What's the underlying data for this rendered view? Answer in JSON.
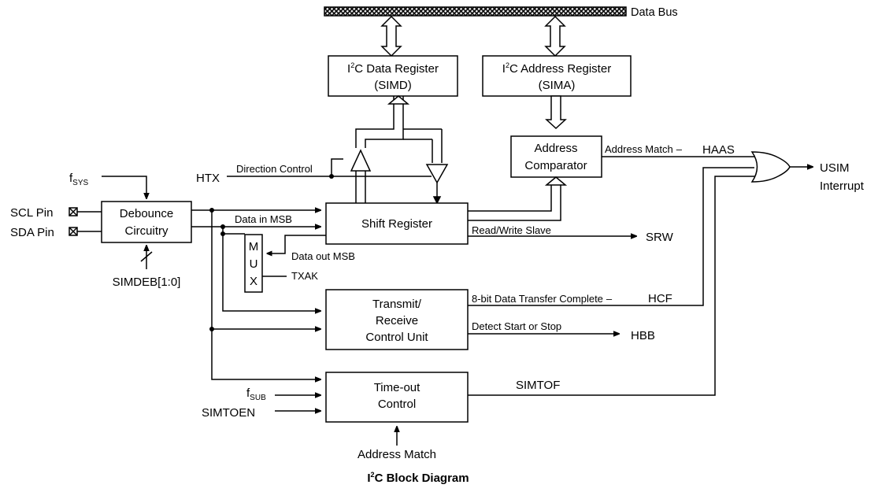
{
  "title": {
    "pre": "I",
    "sup": "2",
    "post": "C Block Diagram"
  },
  "data_bus": "Data Bus",
  "blocks": {
    "data_register": {
      "pre": "I",
      "sup": "2",
      "post": "C Data Register",
      "line2": "(SIMD)"
    },
    "address_register": {
      "pre": "I",
      "sup": "2",
      "post": "C Address Register",
      "line2": "(SIMA)"
    },
    "address_comparator": {
      "line1": "Address",
      "line2": "Comparator"
    },
    "shift_register": "Shift Register",
    "debounce": {
      "line1": "Debounce",
      "line2": "Circuitry"
    },
    "trc": {
      "line1": "Transmit/",
      "line2": "Receive",
      "line3": "Control Unit"
    },
    "timeout": {
      "line1": "Time-out",
      "line2": "Control"
    },
    "mux": [
      "M",
      "U",
      "X"
    ]
  },
  "inputs": {
    "fsys": {
      "base": "f",
      "sub": "SYS"
    },
    "htx": "HTX",
    "scl": "SCL Pin",
    "sda": "SDA Pin",
    "simdeb": "SIMDEB[1:0]",
    "fsub": {
      "base": "f",
      "sub": "SUB"
    },
    "simtoen": "SIMTOEN",
    "address_match_bottom": "Address Match"
  },
  "signals": {
    "direction_control": "Direction Control",
    "data_in_msb": "Data in MSB",
    "data_out_msb": "Data out MSB",
    "txak": "TXAK",
    "address_match": "Address Match",
    "haas": "HAAS",
    "read_write_slave": "Read/Write Slave",
    "srw": "SRW",
    "transfer_complete": "8-bit Data Transfer Complete",
    "hcf": "HCF",
    "detect_start_stop": "Detect Start or Stop",
    "hbb": "HBB",
    "simtof": "SIMTOF",
    "usim": "USIM",
    "interrupt": "Interrupt",
    "dash": "–"
  }
}
